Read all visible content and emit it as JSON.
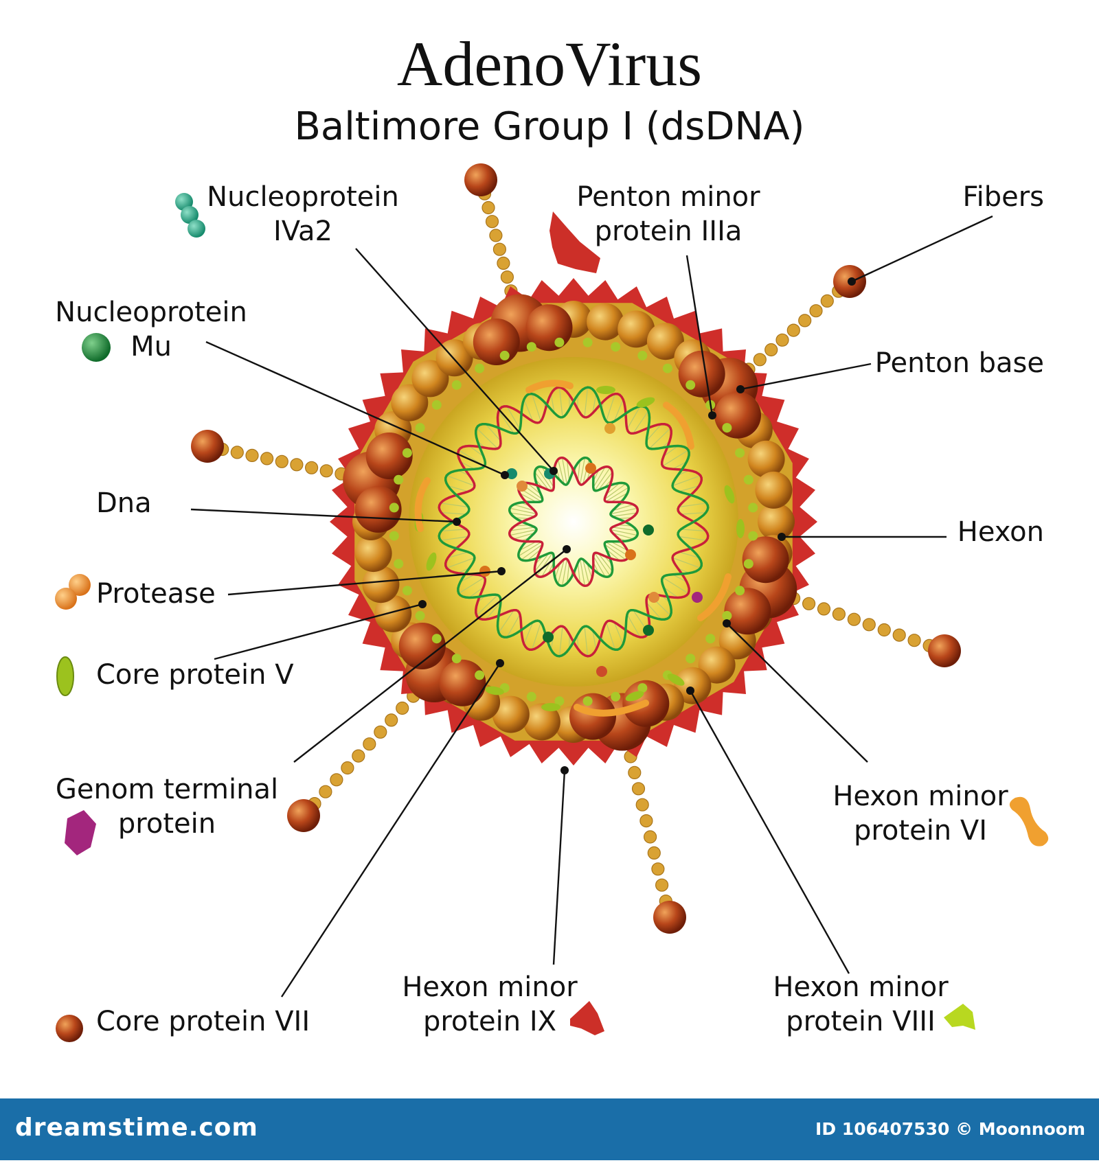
{
  "title": "AdenoVirus",
  "subtitle": "Baltimore Group I (dsDNA)",
  "labels": {
    "nucleoprotein_iva2": [
      "Nucleoprotein",
      "IVa2"
    ],
    "penton_minor_iiia": [
      "Penton minor",
      "protein IIIa"
    ],
    "fibers": "Fibers",
    "nucleoprotein_mu": [
      "Nucleoprotein",
      "Mu"
    ],
    "penton_base": "Penton base",
    "dna": "Dna",
    "hexon": "Hexon",
    "protease": "Protease",
    "core_protein_v": "Core protein V",
    "genom_terminal_protein": [
      "Genom terminal",
      "protein"
    ],
    "hexon_minor_vi": [
      "Hexon minor",
      "protein VI"
    ],
    "core_protein_vii": "Core protein VII",
    "hexon_minor_ix": [
      "Hexon minor",
      "protein IX"
    ],
    "hexon_minor_viii": [
      "Hexon minor",
      "protein VIII"
    ]
  },
  "footer": {
    "brand": "dreamstime.com",
    "credit": "ID 106407530 © Moonnoom"
  },
  "colors": {
    "capsid_large": "#b8461a",
    "capsid_medium": "#d1861f",
    "core": "#f7f08a",
    "dna_red": "#c8203a",
    "dna_green": "#1f9a3a",
    "fiber": "#d9a233",
    "footer": "#1a6ea8"
  }
}
